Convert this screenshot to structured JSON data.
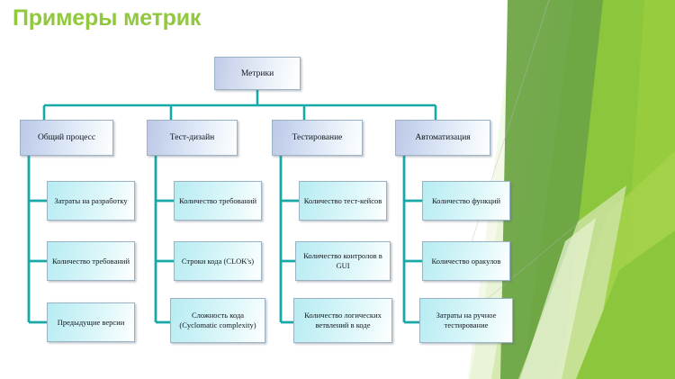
{
  "slide": {
    "title": "Примеры метрик",
    "title_color": "#92c83e",
    "background_color": "#ffffff"
  },
  "theme": {
    "connector_color": "#17a8a8",
    "node_border_color": "#9bb2c4",
    "level1_fill": "#d3dcef",
    "level2_fill": "#ccd8ef",
    "level3_fill": "#c9f1f6",
    "decor_greens": [
      "#6ba443",
      "#8cc63c",
      "#9acb3f",
      "#a8d34f",
      "#cde3a3",
      "#e4f0cd",
      "#f2f8e6"
    ]
  },
  "diagram": {
    "type": "tree",
    "root": {
      "label": "Метрики"
    },
    "branches": [
      {
        "label": "Общий процесс",
        "children": [
          {
            "label": "Затраты на разработку"
          },
          {
            "label": "Количество требований"
          },
          {
            "label": "Предыдущие версии"
          }
        ]
      },
      {
        "label": "Тест-дизайн",
        "children": [
          {
            "label": "Количество требований"
          },
          {
            "label": "Строки кода (CLOK's)"
          },
          {
            "label": "Сложность кода (Cyclomatic complexity)"
          }
        ]
      },
      {
        "label": "Тестирование",
        "children": [
          {
            "label": "Количество тест-кейсов"
          },
          {
            "label": "Количество контролов в GUI"
          },
          {
            "label": "Количество логических ветвлений в коде"
          }
        ]
      },
      {
        "label": "Автоматизация",
        "children": [
          {
            "label": "Количество функций"
          },
          {
            "label": "Количество оракулов"
          },
          {
            "label": "Затраты на ручное тестирование"
          }
        ]
      }
    ]
  }
}
